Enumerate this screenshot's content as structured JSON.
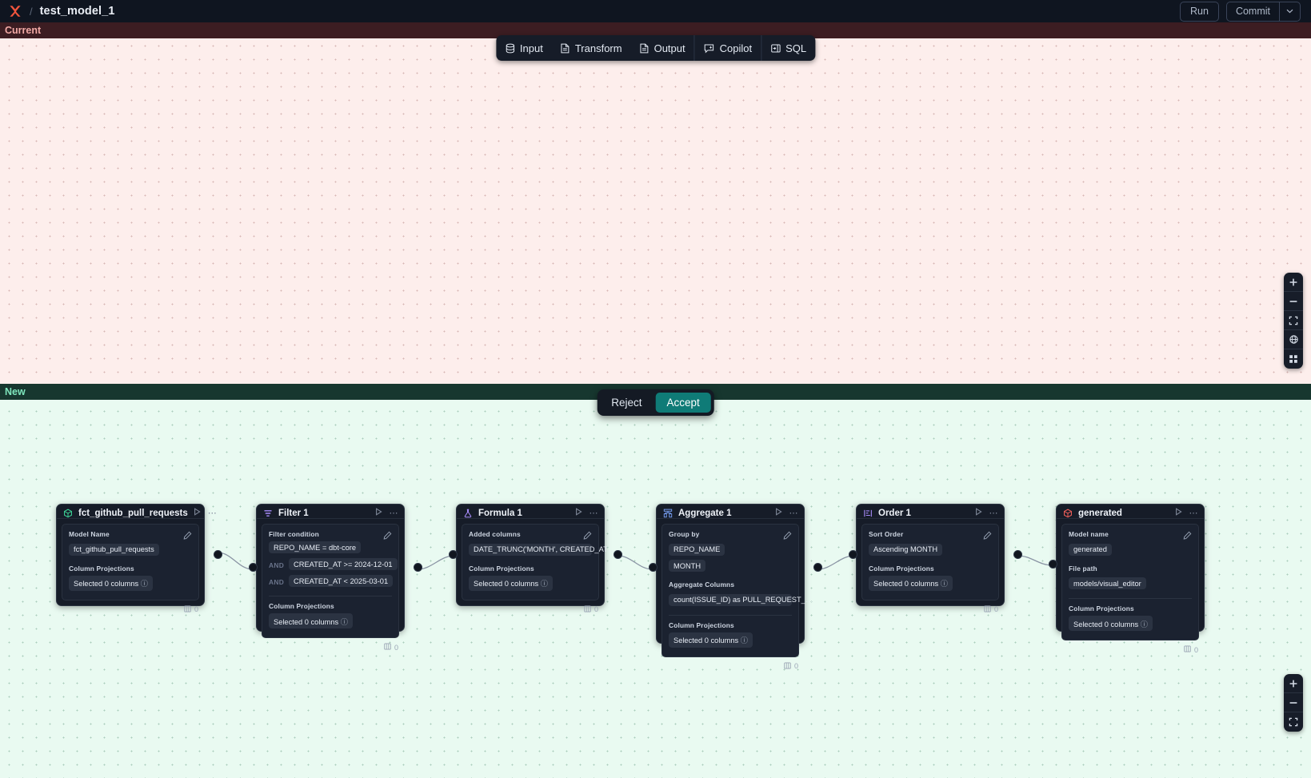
{
  "topbar": {
    "logo_icon": "x-logo-icon",
    "separator": "/",
    "title": "test_model_1",
    "run_label": "Run",
    "commit_label": "Commit",
    "commit_caret": "⌄"
  },
  "panes": {
    "current_label": "Current",
    "new_label": "New"
  },
  "mode_toolbar": {
    "items": [
      {
        "label": "Input",
        "icon": "database-icon"
      },
      {
        "label": "Transform",
        "icon": "document-icon"
      },
      {
        "label": "Output",
        "icon": "document-icon"
      },
      {
        "label": "Copilot",
        "icon": "sparkle-chat-icon"
      },
      {
        "label": "SQL",
        "icon": "sql-panel-icon"
      }
    ]
  },
  "decision": {
    "reject_label": "Reject",
    "accept_label": "Accept",
    "accept_color": "#0f7b77"
  },
  "zoom_controls": {
    "top": [
      "plus-icon",
      "minus-icon",
      "fit-view-icon",
      "globe-icon",
      "grid-icon"
    ],
    "bottom": [
      "plus-icon",
      "minus-icon",
      "fit-view-icon"
    ]
  },
  "nodes": [
    {
      "id": "source",
      "icon": "cube-icon",
      "icon_color": "#3dd598",
      "title": "fct_github_pull_requests",
      "run_icon": "play-icon",
      "menu_icon": "ellipsis-icon",
      "row_count": "0",
      "sections": [
        {
          "label": "Model Name",
          "editable": true,
          "pills": [
            "fct_github_pull_requests"
          ]
        },
        {
          "label": "Column Projections",
          "editable": false,
          "pills": [
            "Selected 0 columns"
          ],
          "info": true
        }
      ]
    },
    {
      "id": "filter",
      "icon": "filter-icon",
      "icon_color": "#a78bfa",
      "title": "Filter 1",
      "run_icon": "play-icon",
      "menu_icon": "ellipsis-icon",
      "row_count": "0",
      "sections": [
        {
          "label": "Filter condition",
          "editable": true,
          "conditions": [
            {
              "keyword": "",
              "text": "REPO_NAME = dbt-core"
            },
            {
              "keyword": "AND",
              "text": "CREATED_AT >= 2024-12-01"
            },
            {
              "keyword": "AND",
              "text": "CREATED_AT < 2025-03-01"
            }
          ]
        },
        {
          "label": "Column Projections",
          "editable": false,
          "pills": [
            "Selected 0 columns"
          ],
          "info": true,
          "divided": true
        }
      ]
    },
    {
      "id": "formula",
      "icon": "flask-icon",
      "icon_color": "#a78bfa",
      "title": "Formula 1",
      "run_icon": "play-icon",
      "menu_icon": "ellipsis-icon",
      "row_count": "0",
      "sections": [
        {
          "label": "Added columns",
          "editable": true,
          "pills": [
            "DATE_TRUNC('MONTH', CREATED_AT…"
          ]
        },
        {
          "label": "Column Projections",
          "editable": false,
          "pills": [
            "Selected 0 columns"
          ],
          "info": true
        }
      ]
    },
    {
      "id": "aggregate",
      "icon": "aggregate-icon",
      "icon_color": "#7aa2f7",
      "title": "Aggregate 1",
      "run_icon": "play-icon",
      "menu_icon": "ellipsis-icon",
      "row_count": "0",
      "sections": [
        {
          "label": "Group by",
          "editable": true,
          "pills": [
            "REPO_NAME",
            "MONTH"
          ]
        },
        {
          "label": "Aggregate Columns",
          "editable": false,
          "pills": [
            "count(ISSUE_ID) as PULL_REQUEST_…"
          ]
        },
        {
          "label": "Column Projections",
          "editable": false,
          "pills": [
            "Selected 0 columns"
          ],
          "info": true,
          "divided": true
        }
      ]
    },
    {
      "id": "order",
      "icon": "sort-icon",
      "icon_color": "#a78bfa",
      "title": "Order 1",
      "run_icon": "play-icon",
      "menu_icon": "ellipsis-icon",
      "row_count": "0",
      "sections": [
        {
          "label": "Sort Order",
          "editable": true,
          "pills": [
            "Ascending MONTH"
          ]
        },
        {
          "label": "Column Projections",
          "editable": false,
          "pills": [
            "Selected 0 columns"
          ],
          "info": true
        }
      ]
    },
    {
      "id": "generated",
      "icon": "cube-icon",
      "icon_color": "#f2605a",
      "title": "generated",
      "run_icon": "play-icon",
      "menu_icon": "ellipsis-icon",
      "row_count": "0",
      "sections": [
        {
          "label": "Model name",
          "editable": true,
          "pills": [
            "generated"
          ]
        },
        {
          "label": "File path",
          "editable": false,
          "pills": [
            "models/visual_editor"
          ]
        },
        {
          "label": "Column Projections",
          "editable": false,
          "pills": [
            "Selected 0 columns"
          ],
          "info": true,
          "divided": true
        }
      ]
    }
  ]
}
